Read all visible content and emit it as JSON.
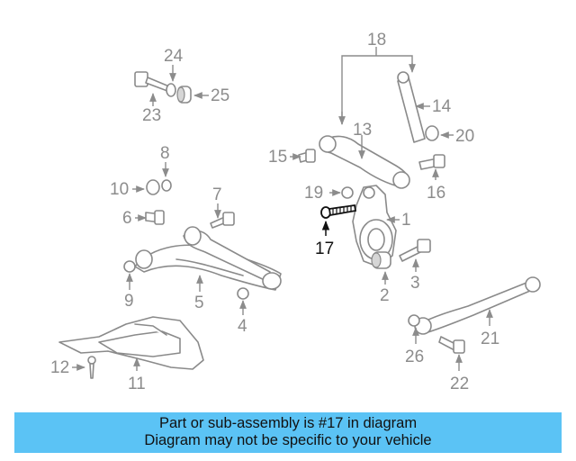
{
  "diagram": {
    "callouts": {
      "c1": "1",
      "c2": "2",
      "c3": "3",
      "c4": "4",
      "c5": "5",
      "c6": "6",
      "c7": "7",
      "c8": "8",
      "c9": "9",
      "c10": "10",
      "c11": "11",
      "c12": "12",
      "c13": "13",
      "c14": "14",
      "c15": "15",
      "c16": "16",
      "c17": "17",
      "c18": "18",
      "c19": "19",
      "c20": "20",
      "c21": "21",
      "c22": "22",
      "c23": "23",
      "c24": "24",
      "c25": "25",
      "c26": "26"
    },
    "highlighted_part": "17",
    "colors": {
      "part_stroke": "#8a8a8a",
      "label_gray": "#8c8c8c",
      "highlight": "#111111"
    }
  },
  "banner": {
    "line1": "Part or sub-assembly is #17 in diagram",
    "line2": "Diagram may not be specific to your vehicle",
    "color": "#5bc3f5"
  }
}
